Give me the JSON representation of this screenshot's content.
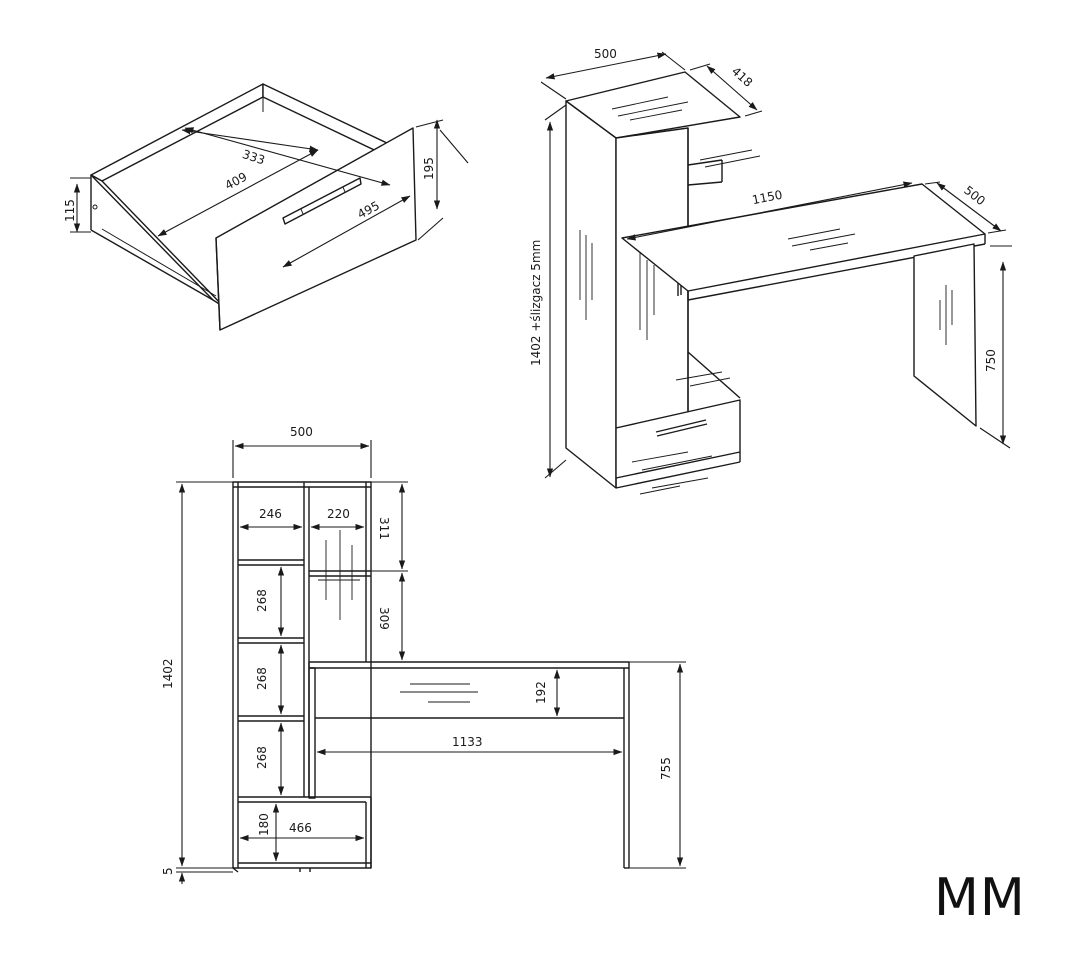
{
  "brand": "MM",
  "drawer": {
    "depth_inner": "333",
    "width_inner": "409",
    "front_width": "495",
    "front_height": "195",
    "side_height": "115"
  },
  "desk_iso": {
    "top_width": "500",
    "top_depth": "418",
    "desk_length": "1150",
    "desk_depth": "500",
    "height_total": "1402 +ślizgacz 5mm",
    "desk_height": "750"
  },
  "front_view": {
    "width": "500",
    "shelf_left_w": "246",
    "shelf_right_w": "220",
    "h_top_right": "311",
    "h_mid_right": "309",
    "shelf_h_1": "268",
    "shelf_h_2": "268",
    "shelf_h_3": "268",
    "bottom_h": "180",
    "bottom_w": "466",
    "total_height": "1402",
    "glide": "5",
    "apron_h": "192",
    "desk_span": "1133",
    "desk_height": "755"
  }
}
